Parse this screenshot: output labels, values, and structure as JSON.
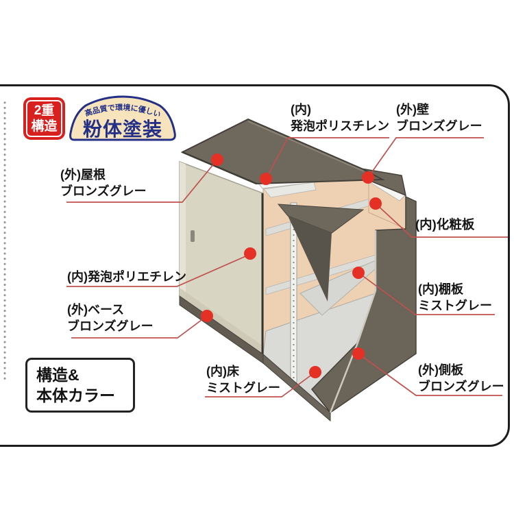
{
  "badge": {
    "line1": "2重",
    "line2": "構造"
  },
  "banner": {
    "arc_text": "高品質で環境に優しい",
    "main_text": "粉体塗装"
  },
  "section_box": {
    "line1": "構造&",
    "line2": "本体カラー"
  },
  "labels": {
    "roof": {
      "line1": "(外)屋根",
      "line2": "ブロンズグレー"
    },
    "polystyrene": {
      "line1": "(内)",
      "line2": "発泡ポリスチレン"
    },
    "wall": {
      "line1": "(外)壁",
      "line2": "ブロンズグレー"
    },
    "decorative_panel": {
      "line1": "(内)化粧板"
    },
    "polyethylene": {
      "line1": "(内)発泡ポリエチレン"
    },
    "base": {
      "line1": "(外)ベース",
      "line2": "ブロンズグレー"
    },
    "shelf": {
      "line1": "(内)棚板",
      "line2": "ミストグレー"
    },
    "floor": {
      "line1": "(内)床",
      "line2": "ミストグレー"
    },
    "side_panel": {
      "line1": "(外)側板",
      "line2": "ブロンズグレー"
    }
  },
  "colors": {
    "bronze_gray": "#6e675c",
    "mist_gray": "#d9d9d5",
    "door_cream": "#d9d5c3",
    "interior_peach": "#eed0b2",
    "foam_white": "#f5f5f2",
    "callout_line_red": "#c0504d",
    "callout_dot_red": "#e53026",
    "badge_red": "#d8211f",
    "banner_navy": "#243087",
    "banner_cream": "#f7e4bd",
    "panel_border": "#1c1c1c"
  }
}
